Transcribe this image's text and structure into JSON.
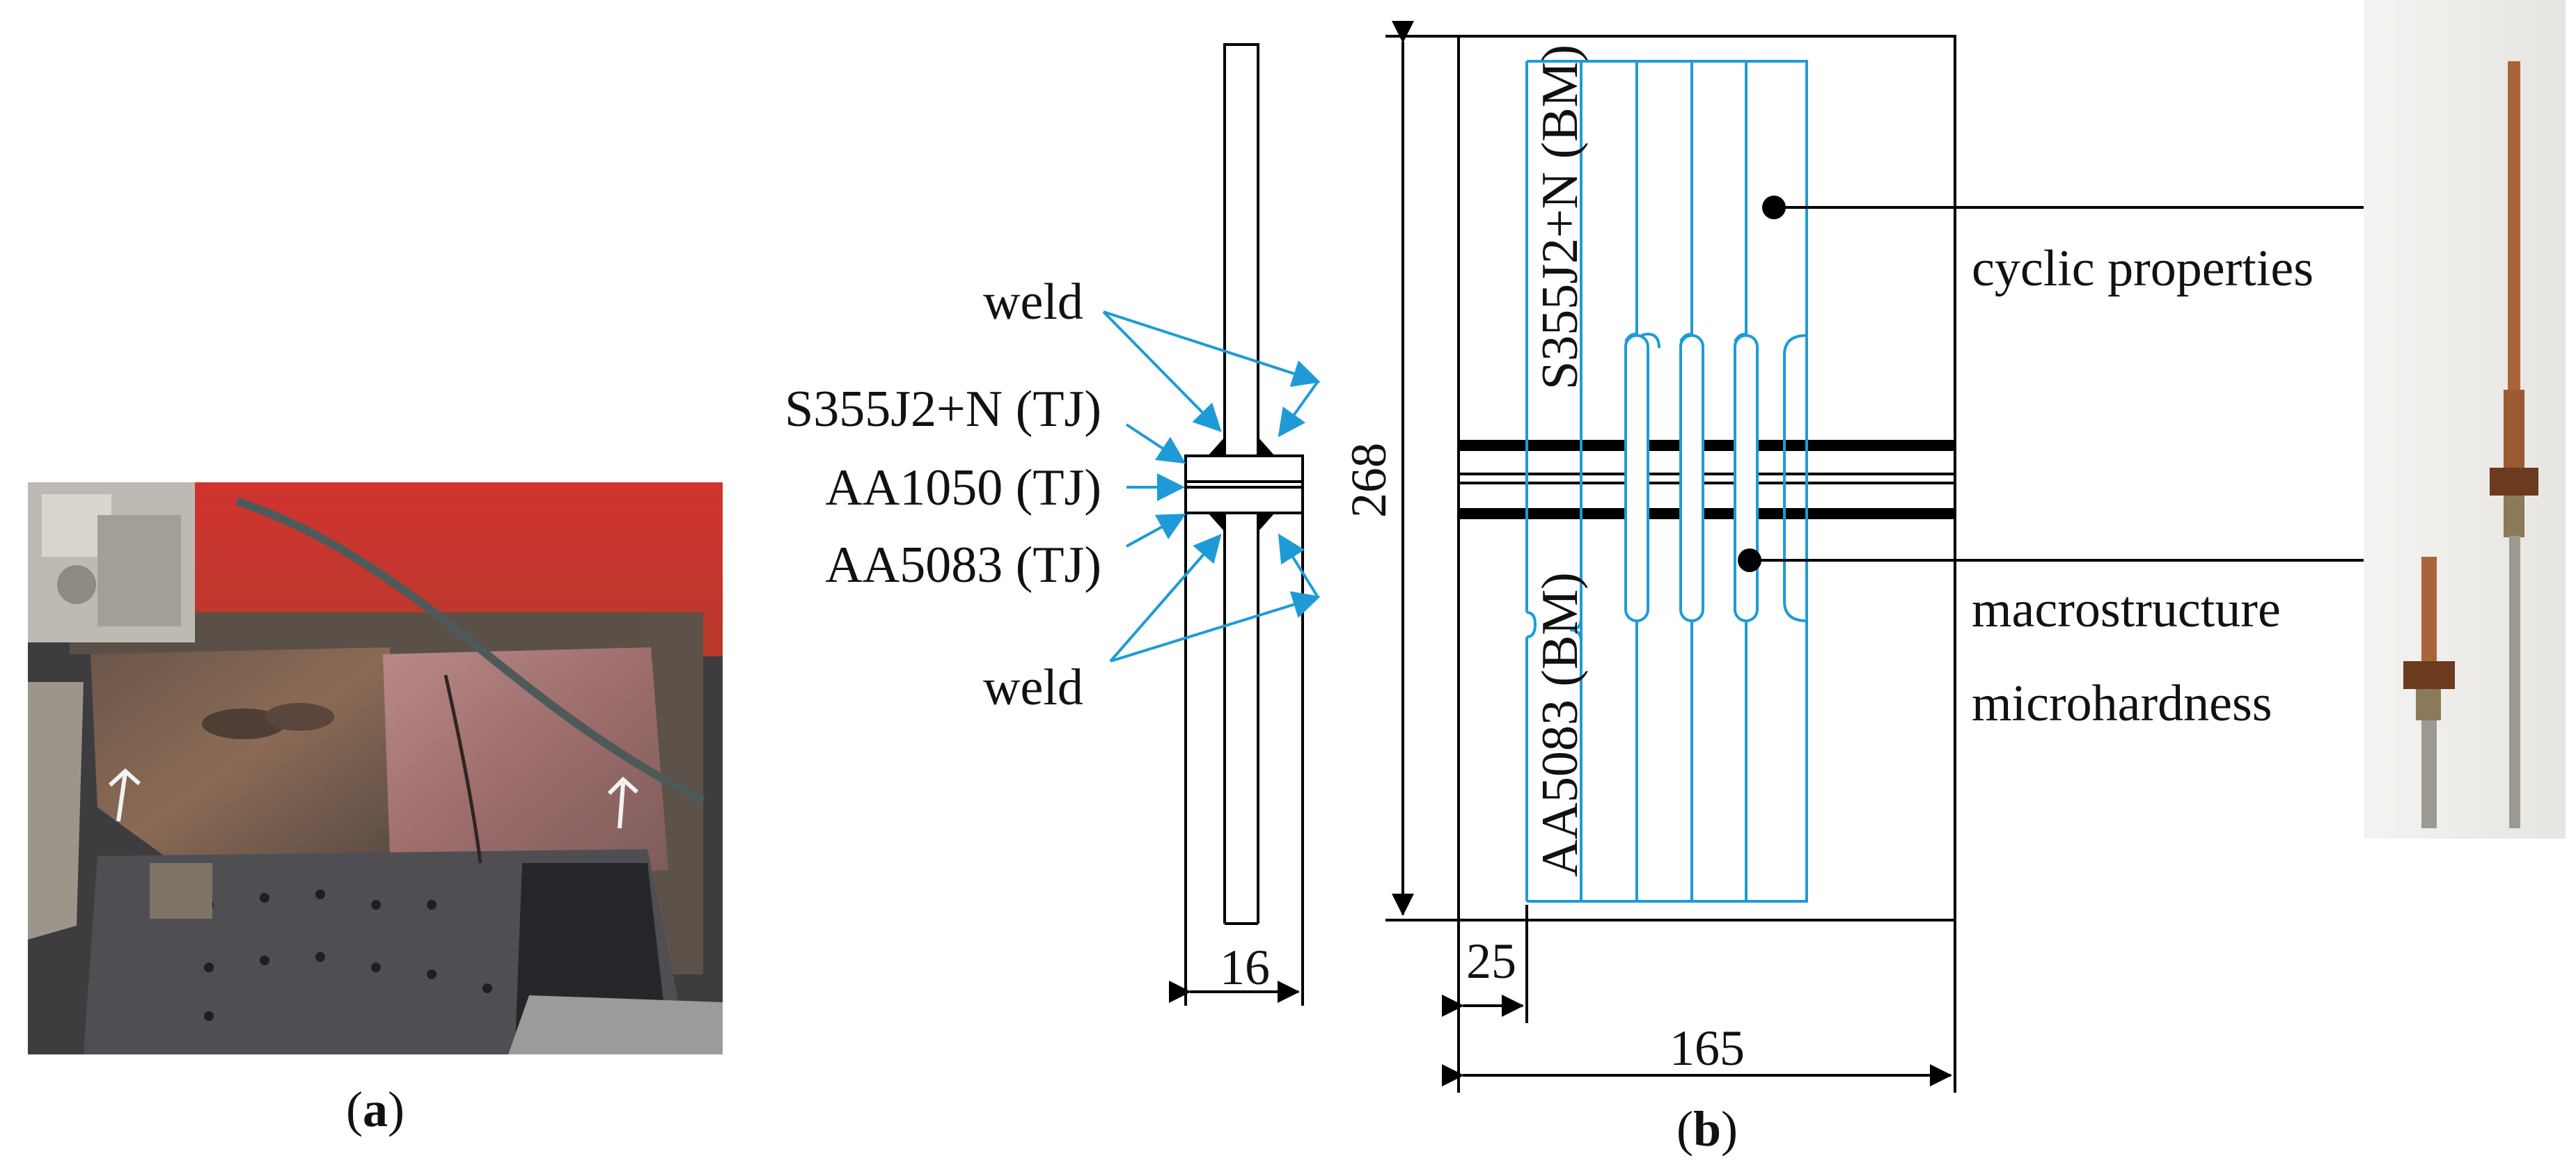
{
  "panel_a": {
    "caption_open": "(",
    "caption_letter": "a",
    "caption_close": ")"
  },
  "panel_b": {
    "caption_open": "(",
    "caption_letter": "b",
    "caption_close": ")",
    "labels": {
      "weld_top": "weld",
      "weld_bottom": "weld",
      "s355_tj": "S355J2+N (TJ)",
      "aa1050_tj": "AA1050 (TJ)",
      "aa5083_tj": "AA5083 (TJ)",
      "s355_bm": "S355J2+N (BM)",
      "aa5083_bm": "AA5083 (BM)",
      "cyclic": "cyclic properties",
      "macro": "macrostructure",
      "micro": "microhardness"
    },
    "dimensions": {
      "thickness": "16",
      "height": "268",
      "offset": "25",
      "width": "165"
    }
  },
  "colors": {
    "accent": "#1e9bd7",
    "line": "#000000",
    "photo_red": "#c8302c",
    "specimen_copper": "#a9653a"
  }
}
